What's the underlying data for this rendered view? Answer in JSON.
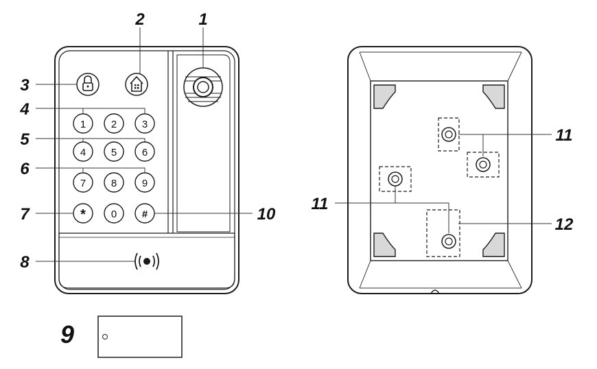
{
  "colors": {
    "stroke": "#1a1a1a",
    "fill": "#ffffff",
    "text": "#111111"
  },
  "callouts": {
    "c1": "1",
    "c2": "2",
    "c3": "3",
    "c4": "4",
    "c5": "5",
    "c6": "6",
    "c7": "7",
    "c8": "8",
    "c9": "9",
    "c10": "10",
    "c11a": "11",
    "c11b": "11",
    "c12": "12"
  },
  "keypad": {
    "row1": [
      "1",
      "2",
      "3"
    ],
    "row2": [
      "4",
      "5",
      "6"
    ],
    "row3": [
      "7",
      "8",
      "9"
    ],
    "row4": [
      "*",
      "0",
      "#"
    ]
  },
  "icons": {
    "lock": "lock-icon",
    "home": "home-icon",
    "rfid": "rfid-wave-icon",
    "camera": "camera-lens-icon"
  }
}
